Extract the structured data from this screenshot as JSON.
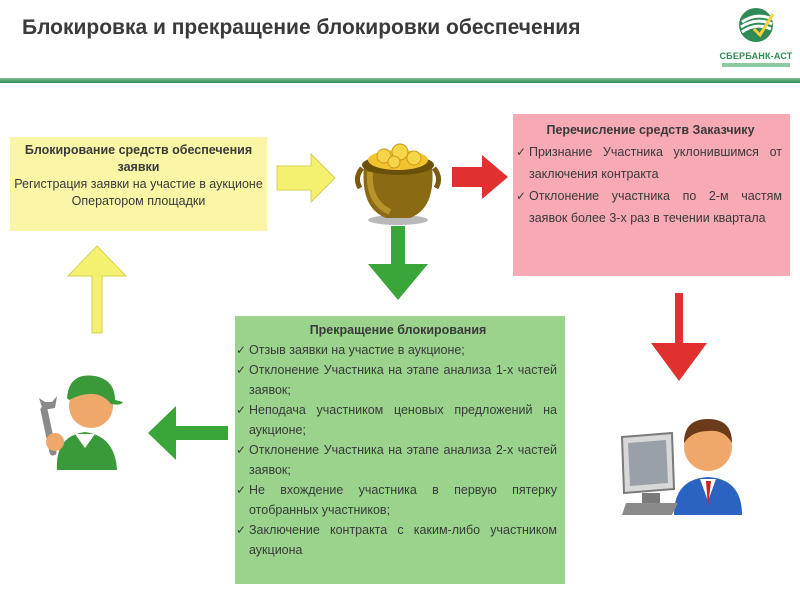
{
  "title": "Блокировка и прекращение блокировки обеспечения",
  "logo": {
    "name": "СБЕРБАНК-АСТ"
  },
  "colors": {
    "header_line": "#2f8a55",
    "block_box": "#fbf6a6",
    "transfer_box": "#f7a9b4",
    "stop_box": "#9ad48c",
    "arrow_yellow": "#f5f170",
    "arrow_red": "#e03030",
    "arrow_green": "#3aa63a"
  },
  "blocking": {
    "title": "Блокирование средств обеспечения заявки",
    "text": "Регистрация заявки на участие в аукционе Оператором площадки"
  },
  "transfer": {
    "title": "Перечисление средств Заказчику",
    "items": [
      "Признание Участника уклонившимся от заключения контракта",
      "Отклонение участника по 2-м частям заявок более 3-х раз в течении квартала"
    ]
  },
  "stop": {
    "title": "Прекращение блокирования",
    "items": [
      "Отзыв заявки на участие в аукционе;",
      "Отклонение Участника на этапе анализа 1-х частей заявок;",
      "Неподача участником ценовых предложений на аукционе;",
      "Отклонение Участника на этапе анализа 2-х частей заявок;",
      "Не вхождение участника в первую пятерку отобранных участников;",
      "Заключение контракта с каким-либо участником аукциона"
    ]
  },
  "icons": [
    "sberbank-logo-icon",
    "gold-pot-icon",
    "worker-wrench-icon",
    "office-worker-computer-icon",
    "checkmark-icon"
  ]
}
